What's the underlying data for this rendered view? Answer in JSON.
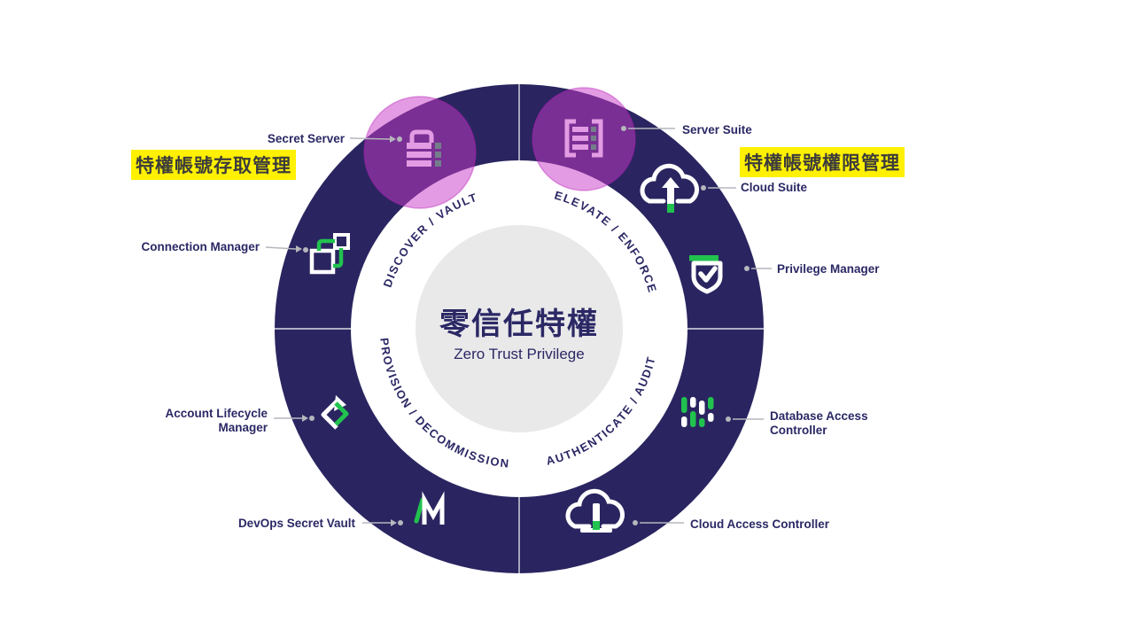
{
  "wheel": {
    "center_title_zh": "零信任特權",
    "center_title_en": "Zero Trust Privilege",
    "quadrants": [
      {
        "label": "DISCOVER / VAULT"
      },
      {
        "label": "ELEVATE / ENFORCE"
      },
      {
        "label": "PROVISION / DECOMMISSION"
      },
      {
        "label": "AUTHENTICATE / AUDIT"
      }
    ]
  },
  "products": [
    {
      "label": "Secret Server",
      "icon": "secret-server-icon"
    },
    {
      "label": "Server Suite",
      "icon": "server-suite-icon"
    },
    {
      "label": "Cloud Suite",
      "icon": "cloud-suite-icon"
    },
    {
      "label": "Privilege Manager",
      "icon": "privilege-manager-icon"
    },
    {
      "label": "Database Access",
      "label2": "Controller",
      "icon": "database-access-icon"
    },
    {
      "label": "Cloud Access Controller",
      "icon": "cloud-access-icon"
    },
    {
      "label": "DevOps Secret Vault",
      "icon": "devops-vault-icon"
    },
    {
      "label": "Account Lifecycle",
      "label2": "Manager",
      "icon": "account-lifecycle-icon"
    },
    {
      "label": "Connection Manager",
      "icon": "connection-manager-icon"
    }
  ],
  "highlights": {
    "left": "特權帳號存取管理",
    "right": "特權帳號權限管理"
  },
  "colors": {
    "ring_navy": "#2A2560",
    "accent_green": "#21C24E",
    "highlight_yellow": "#FFF101",
    "overlay_magenta": "#C73AC7",
    "text_navy": "#2B2865",
    "center_gray": "#E9E9EA",
    "leader_gray": "#B6B6BD"
  }
}
